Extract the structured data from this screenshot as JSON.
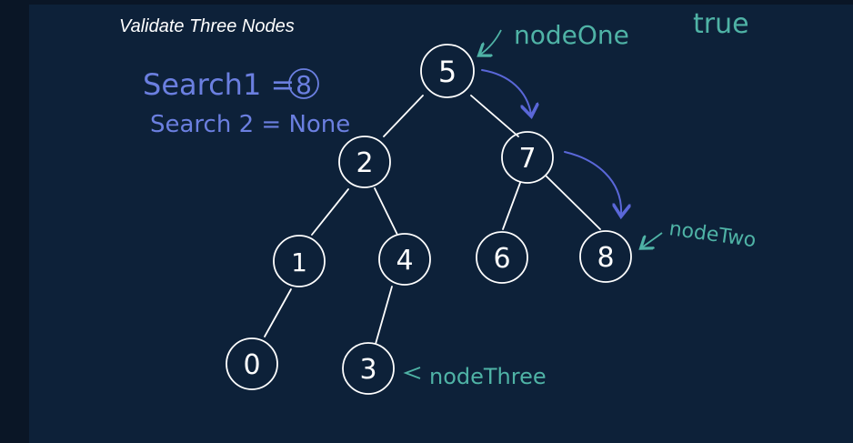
{
  "title": "Validate Three Nodes",
  "colors": {
    "background": "#0d2139",
    "tree": "#ffffff",
    "annotation": "#4fb3a6",
    "search": "#6b7fe0",
    "arrow": "#5a67d8",
    "result": "#4fb3a6"
  },
  "search": {
    "search1_label": "Search1 =",
    "search1_value": "8",
    "search2_label": "Search 2 = None"
  },
  "result": "true",
  "tree": {
    "nodes": [
      {
        "id": "n5",
        "label": "5"
      },
      {
        "id": "n2",
        "label": "2"
      },
      {
        "id": "n7",
        "label": "7"
      },
      {
        "id": "n1",
        "label": "1"
      },
      {
        "id": "n4",
        "label": "4"
      },
      {
        "id": "n6",
        "label": "6"
      },
      {
        "id": "n8",
        "label": "8"
      },
      {
        "id": "n0",
        "label": "0"
      },
      {
        "id": "n3",
        "label": "3"
      }
    ],
    "edges": [
      [
        "n5",
        "n2"
      ],
      [
        "n5",
        "n7"
      ],
      [
        "n2",
        "n1"
      ],
      [
        "n2",
        "n4"
      ],
      [
        "n7",
        "n6"
      ],
      [
        "n7",
        "n8"
      ],
      [
        "n1",
        "n0"
      ],
      [
        "n4",
        "n3"
      ]
    ]
  },
  "annotations": {
    "node_one": "nodeOne",
    "node_two": "nodeTwo",
    "node_three": "nodeThree"
  }
}
